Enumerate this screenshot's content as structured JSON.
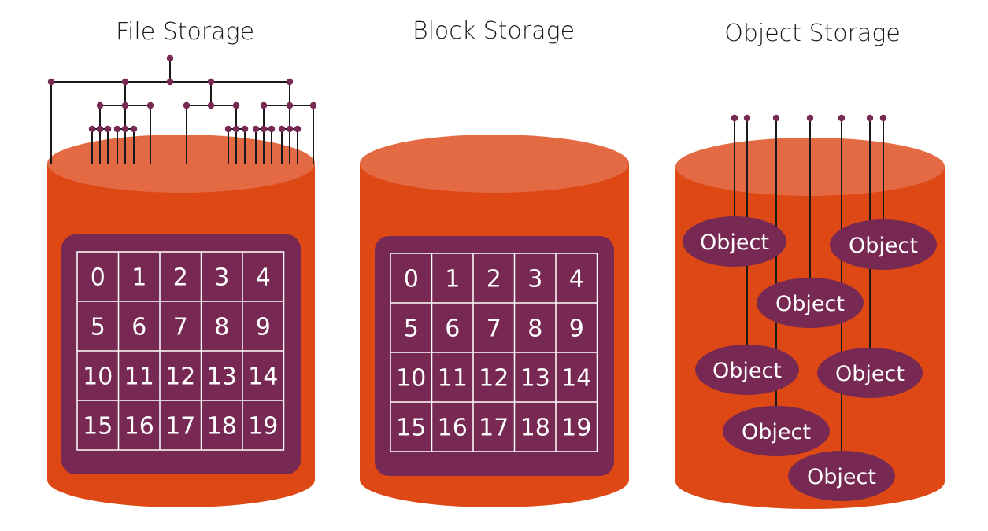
{
  "titles": {
    "file": "File Storage",
    "block": "Block Storage",
    "object": "Object Storage"
  },
  "grid_cells": [
    "0",
    "1",
    "2",
    "3",
    "4",
    "5",
    "6",
    "7",
    "8",
    "9",
    "10",
    "11",
    "12",
    "13",
    "14",
    "15",
    "16",
    "17",
    "18",
    "19"
  ],
  "object_label": "Object",
  "colors": {
    "cylinder_body": "#dd4814",
    "cylinder_top": "#e36a42",
    "grid_bg": "#772953",
    "object_fill": "#772953",
    "wire": "#1a1a1a",
    "node": "#772953",
    "grid_line": "#ffffff",
    "text_light": "#ffffff",
    "text_dark": "#1a1a1a"
  }
}
